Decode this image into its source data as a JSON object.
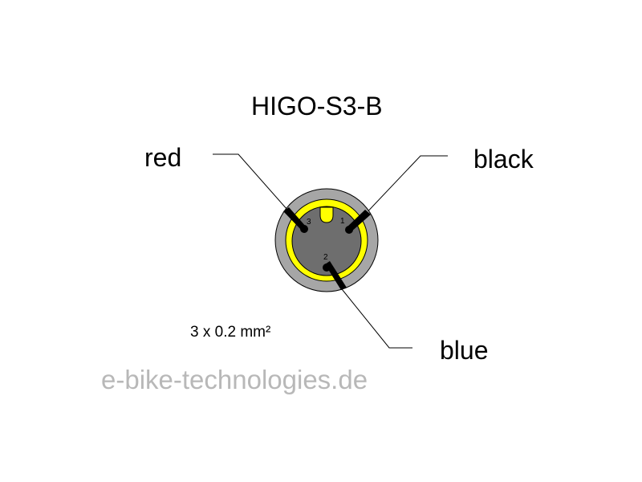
{
  "diagram": {
    "title": "HIGO-S3-B",
    "wire_spec": "3 x 0.2 mm²",
    "watermark": "e-bike-technologies.de",
    "connector": {
      "type": "3-pin circular connector (front view)",
      "colors": {
        "outer_shell": "#a6a6a6",
        "ring": "#ffff00",
        "insert": "#6e6e6e",
        "pin": "#000000"
      },
      "pins": [
        {
          "number": "1",
          "wire": "black"
        },
        {
          "number": "2",
          "wire": "blue"
        },
        {
          "number": "3",
          "wire": "red"
        }
      ]
    },
    "labels": {
      "red": "red",
      "black": "black",
      "blue": "blue"
    },
    "pin_numbers": {
      "p1": "1",
      "p2": "2",
      "p3": "3"
    }
  }
}
